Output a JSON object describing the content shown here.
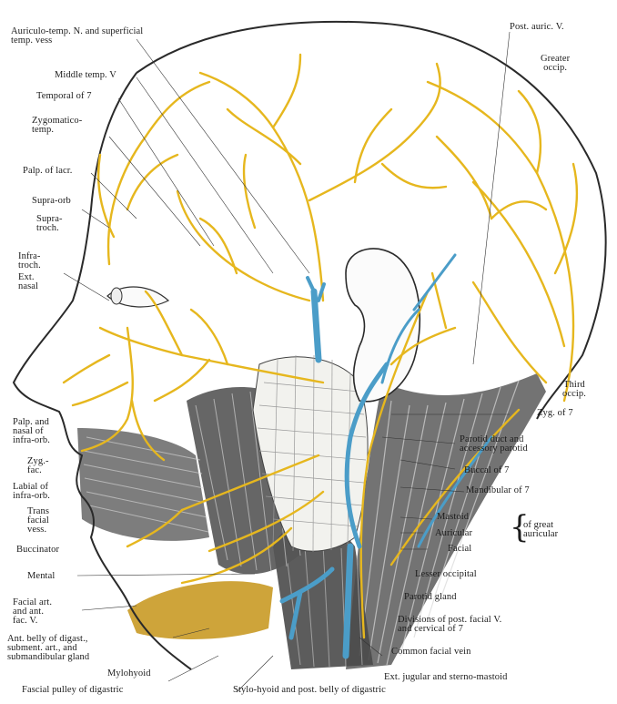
{
  "figure": {
    "colors": {
      "nerve": "#e6b71e",
      "vein": "#4b9dc8",
      "outline": "#2a2a2a",
      "muscle": "#4a4a4a",
      "gland_fill": "#f2f2ee",
      "submandibular": "#c99a25",
      "background": "#ffffff"
    },
    "labels": {
      "auriculo_temp": "Auriculo-temp. N. and superficial\ntemp. vess",
      "middle_temp": "Middle temp. V",
      "temporal_of_7": "Temporal of 7",
      "zygomatico_temp": "Zygomatico-\ntemp.",
      "palp_lacr": "Palp. of lacr.",
      "supra_orb": "Supra-orb",
      "supra_troch": "Supra-\ntroch.",
      "infra_troch": "Infra-\ntroch.",
      "ext_nasal": "Ext.\nnasal",
      "palp_nasal_infra_orb": "Palp. and\nnasal of\ninfra-orb.",
      "zyg_fac": "Zyg.-\nfac.",
      "labial_infra_orb": "Labial of\ninfra-orb.",
      "trans_facial_vess": "Trans\nfacial\nvess.",
      "buccinator": "Buccinator",
      "mental": "Mental",
      "facial_art": "Facial art.\nand ant.\nfac. V.",
      "ant_belly_digast": "Ant. belly of digast.,\nsubment. art., and\nsubmandibular gland",
      "mylohyoid": "Mylohyoid",
      "fascial_pulley": "Fascial pulley of digastric",
      "stylo_hyoid": "Stylo-hyoid and post. belly of digastric",
      "post_auric_v": "Post. auric. V.",
      "greater_occip": "Greater\noccip.",
      "third_occip": "Third\noccip.",
      "zyg_of_7": "Zyg. of 7",
      "parotid_duct": "Parotid duct and\naccessory parotid",
      "buccal_of_7": "Buccal of 7",
      "mandibular_of_7": "Mandibular of 7",
      "mastoid": "Mastoid",
      "auricular": "Auricular",
      "facial": "Facial",
      "of_great_auricular": "of great\nauricular",
      "lesser_occipital": "Lesser occipital",
      "parotid_gland": "Parotid gland",
      "divisions_post_facial": "Divisions of post. facial V.\nand cervical of 7",
      "common_facial_vein": "Common facial vein",
      "ext_jugular": "Ext. jugular and sterno-mastoid"
    }
  }
}
